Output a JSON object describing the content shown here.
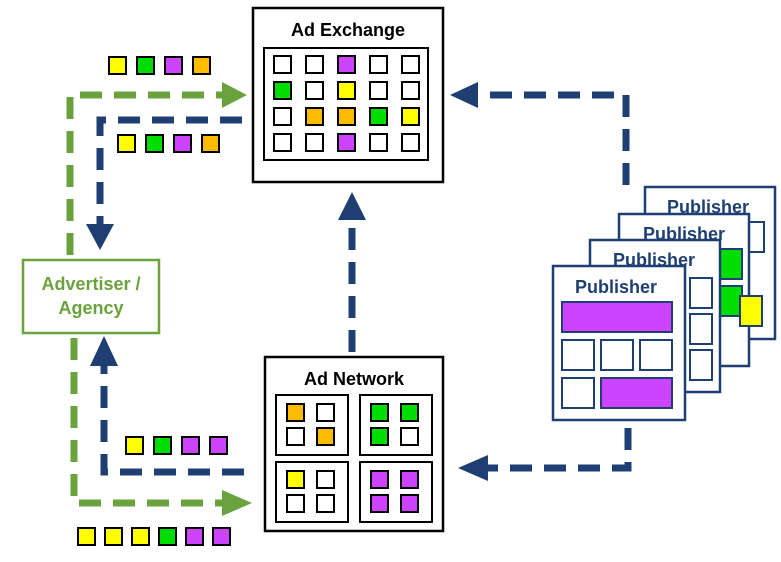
{
  "colors": {
    "yellow": "#ffff00",
    "green": "#00dd00",
    "purple": "#cc44ff",
    "orange": "#ffbb00",
    "white": "#ffffff",
    "advertiser_green": "#6aa33d",
    "publisher_blue": "#1f3f73",
    "arrow_navy": "#1f3f73"
  },
  "ad_exchange": {
    "title": "Ad Exchange",
    "grid": [
      [
        "white",
        "white",
        "purple",
        "white",
        "white"
      ],
      [
        "green",
        "white",
        "yellow",
        "white",
        "white"
      ],
      [
        "white",
        "orange",
        "orange",
        "green",
        "yellow"
      ],
      [
        "white",
        "white",
        "purple",
        "white",
        "white"
      ]
    ]
  },
  "ad_network": {
    "title": "Ad Network",
    "quadrants": [
      [
        "orange",
        "white",
        "white",
        "orange"
      ],
      [
        "green",
        "green",
        "green",
        "white"
      ],
      [
        "yellow",
        "white",
        "white",
        "white"
      ],
      [
        "purple",
        "purple",
        "purple",
        "purple"
      ]
    ]
  },
  "advertiser": {
    "label_line1": "Advertiser /",
    "label_line2": "Agency"
  },
  "publishers": {
    "label": "Publisher",
    "count": 4,
    "front_top_slot": "purple",
    "front_grid": [
      "white",
      "white",
      "white",
      "white",
      "purple"
    ],
    "back_slots": [
      "green",
      "green",
      "yellow"
    ]
  },
  "token_rows": {
    "top_green_arrow": [
      "yellow",
      "green",
      "purple",
      "orange"
    ],
    "top_blue_arrow": [
      "yellow",
      "green",
      "purple",
      "orange"
    ],
    "bottom_blue_arrow": [
      "yellow",
      "green",
      "purple",
      "purple"
    ],
    "bottom_green_arrow": [
      "yellow",
      "yellow",
      "yellow",
      "green",
      "purple",
      "purple"
    ]
  }
}
